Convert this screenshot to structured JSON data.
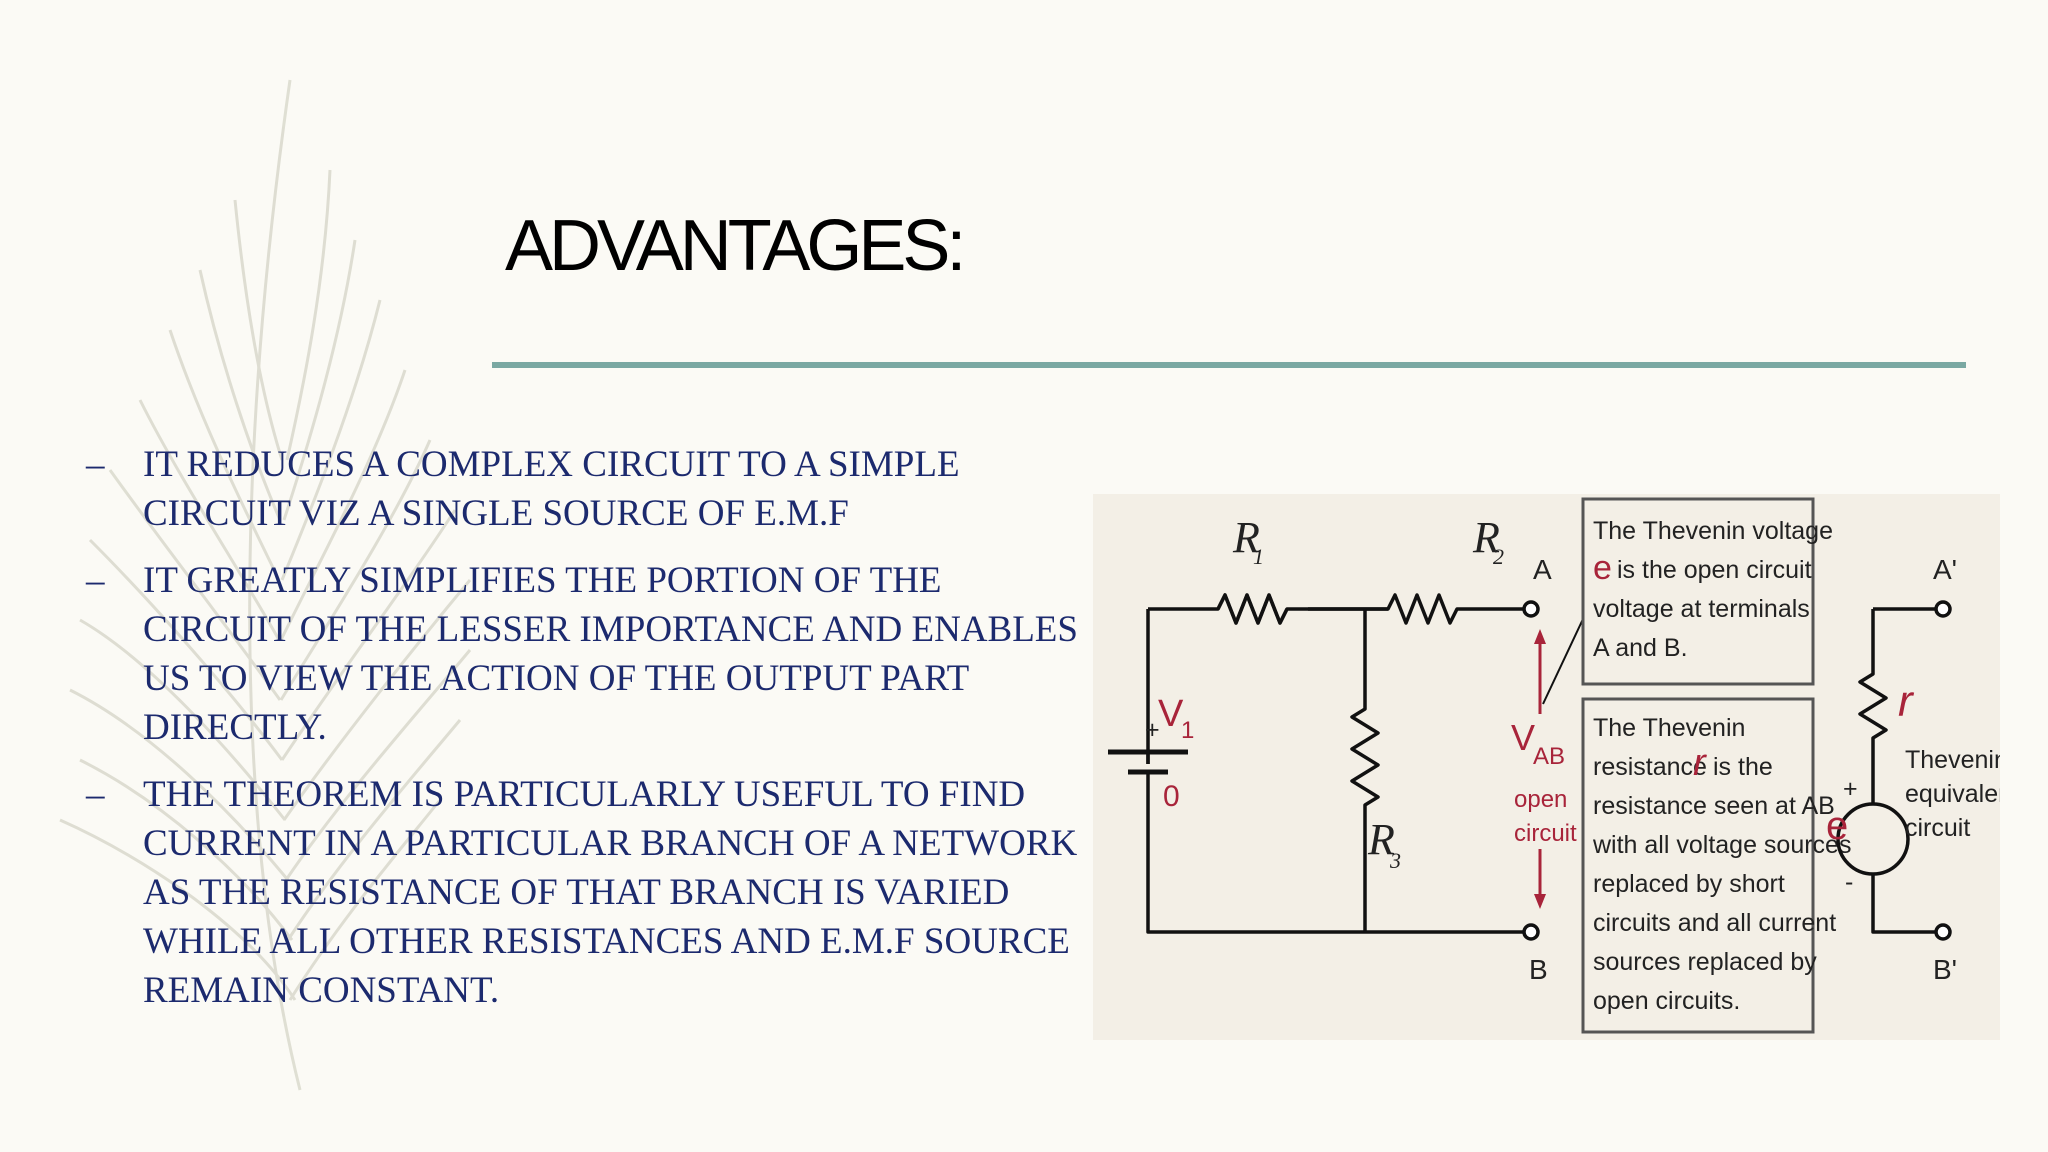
{
  "slide": {
    "title": "ADVANTAGES:",
    "accent_color": "#7aa8a2",
    "bullet_marker": "–",
    "bullets": [
      "IT REDUCES A COMPLEX CIRCUIT TO A SIMPLE CIRCUIT VIZ A SINGLE SOURCE OF E.M.F",
      "IT GREATLY SIMPLIFIES THE PORTION OF THE CIRCUIT OF THE LESSER IMPORTANCE AND ENABLES US TO VIEW THE ACTION OF THE OUTPUT PART DIRECTLY.",
      "THE THEOREM IS PARTICULARLY USEFUL TO FIND CURRENT IN A PARTICULAR BRANCH OF A NETWORK AS THE RESISTANCE OF THAT BRANCH IS VARIED WHILE ALL OTHER RESISTANCES AND E.M.F SOURCE REMAIN CONSTANT."
    ],
    "text_color": "#1c2a6e"
  },
  "circuit": {
    "r1": "R",
    "r1_sub": "1",
    "r2": "R",
    "r2_sub": "2",
    "r3": "R",
    "r3_sub": "3",
    "v1": "V",
    "v1_sub": "1",
    "v1_plus": "+",
    "v1_zero": "0",
    "terminal_a": "A",
    "terminal_b": "B",
    "vab": "V",
    "vab_sub": "AB",
    "open": "open",
    "circuit_word": "circuit",
    "box1_lines": [
      "The Thevenin voltage",
      "is the open circuit",
      "voltage at terminals",
      "A and B."
    ],
    "box1_symbol": "e",
    "box2_lines": [
      "The Thevenin",
      "resistance",
      "is the",
      "resistance seen at AB",
      "with all voltage sources",
      "replaced by short",
      "circuits and all current",
      "sources replaced by",
      "open circuits."
    ],
    "box2_symbol": "r",
    "eq_a": "A'",
    "eq_b": "B'",
    "eq_r": "r",
    "eq_e": "e",
    "eq_plus": "+",
    "eq_minus": "-",
    "eq_label": [
      "Thevenin",
      "equivalent",
      "circuit"
    ],
    "accent_red": "#a8243a"
  }
}
